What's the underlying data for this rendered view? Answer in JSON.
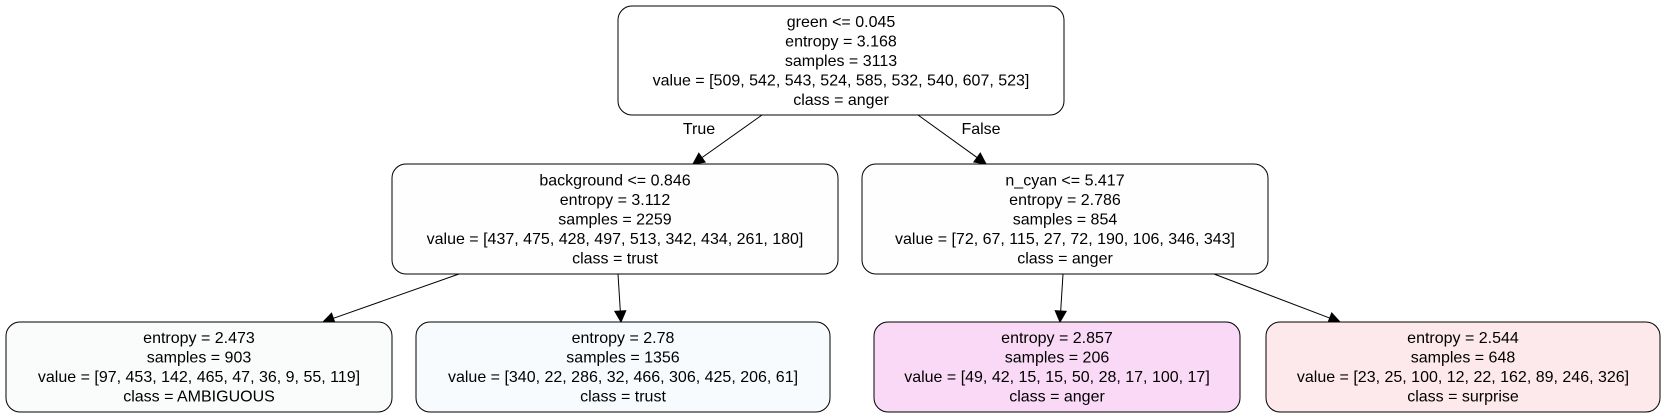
{
  "nodes": [
    {
      "id": "root",
      "fill": "#ffffff",
      "lines": [
        "green <= 0.045",
        "entropy = 3.168",
        "samples = 3113",
        "value = [509, 542, 543, 524, 585, 532, 540, 607, 523]",
        "class = anger"
      ]
    },
    {
      "id": "left",
      "fill": "#fefefe",
      "lines": [
        "background <= 0.846",
        "entropy = 3.112",
        "samples = 2259",
        "value = [437, 475, 428, 497, 513, 342, 434, 261, 180]",
        "class = trust"
      ]
    },
    {
      "id": "right",
      "fill": "#fefefe",
      "lines": [
        "n_cyan <= 5.417",
        "entropy = 2.786",
        "samples = 854",
        "value = [72, 67, 115, 27, 72, 190, 106, 346, 343]",
        "class = anger"
      ]
    },
    {
      "id": "leaf-1",
      "fill": "#f9fcfb",
      "lines": [
        "entropy = 2.473",
        "samples = 903",
        "value = [97, 453, 142, 465, 47, 36, 9, 55, 119]",
        "class = AMBIGUOUS"
      ]
    },
    {
      "id": "leaf-2",
      "fill": "#f8fbfd",
      "lines": [
        "entropy = 2.78",
        "samples = 1356",
        "value = [340, 22, 286, 32, 466, 306, 425, 206, 61]",
        "class = trust"
      ]
    },
    {
      "id": "leaf-3",
      "fill": "#f9d9f5",
      "lines": [
        "entropy = 2.857",
        "samples = 206",
        "value = [49, 42, 15, 15, 50, 28, 17, 100, 17]",
        "class = anger"
      ]
    },
    {
      "id": "leaf-4",
      "fill": "#fde9ec",
      "lines": [
        "entropy = 2.544",
        "samples = 648",
        "value = [23, 25, 100, 12, 22, 162, 89, 246, 326]",
        "class = surprise"
      ]
    }
  ],
  "edges": [
    {
      "from": "root",
      "to": "left",
      "label": "True"
    },
    {
      "from": "root",
      "to": "right",
      "label": "False"
    },
    {
      "from": "left",
      "to": "leaf-1",
      "label": ""
    },
    {
      "from": "left",
      "to": "leaf-2",
      "label": ""
    },
    {
      "from": "right",
      "to": "leaf-3",
      "label": ""
    },
    {
      "from": "right",
      "to": "leaf-4",
      "label": ""
    }
  ]
}
